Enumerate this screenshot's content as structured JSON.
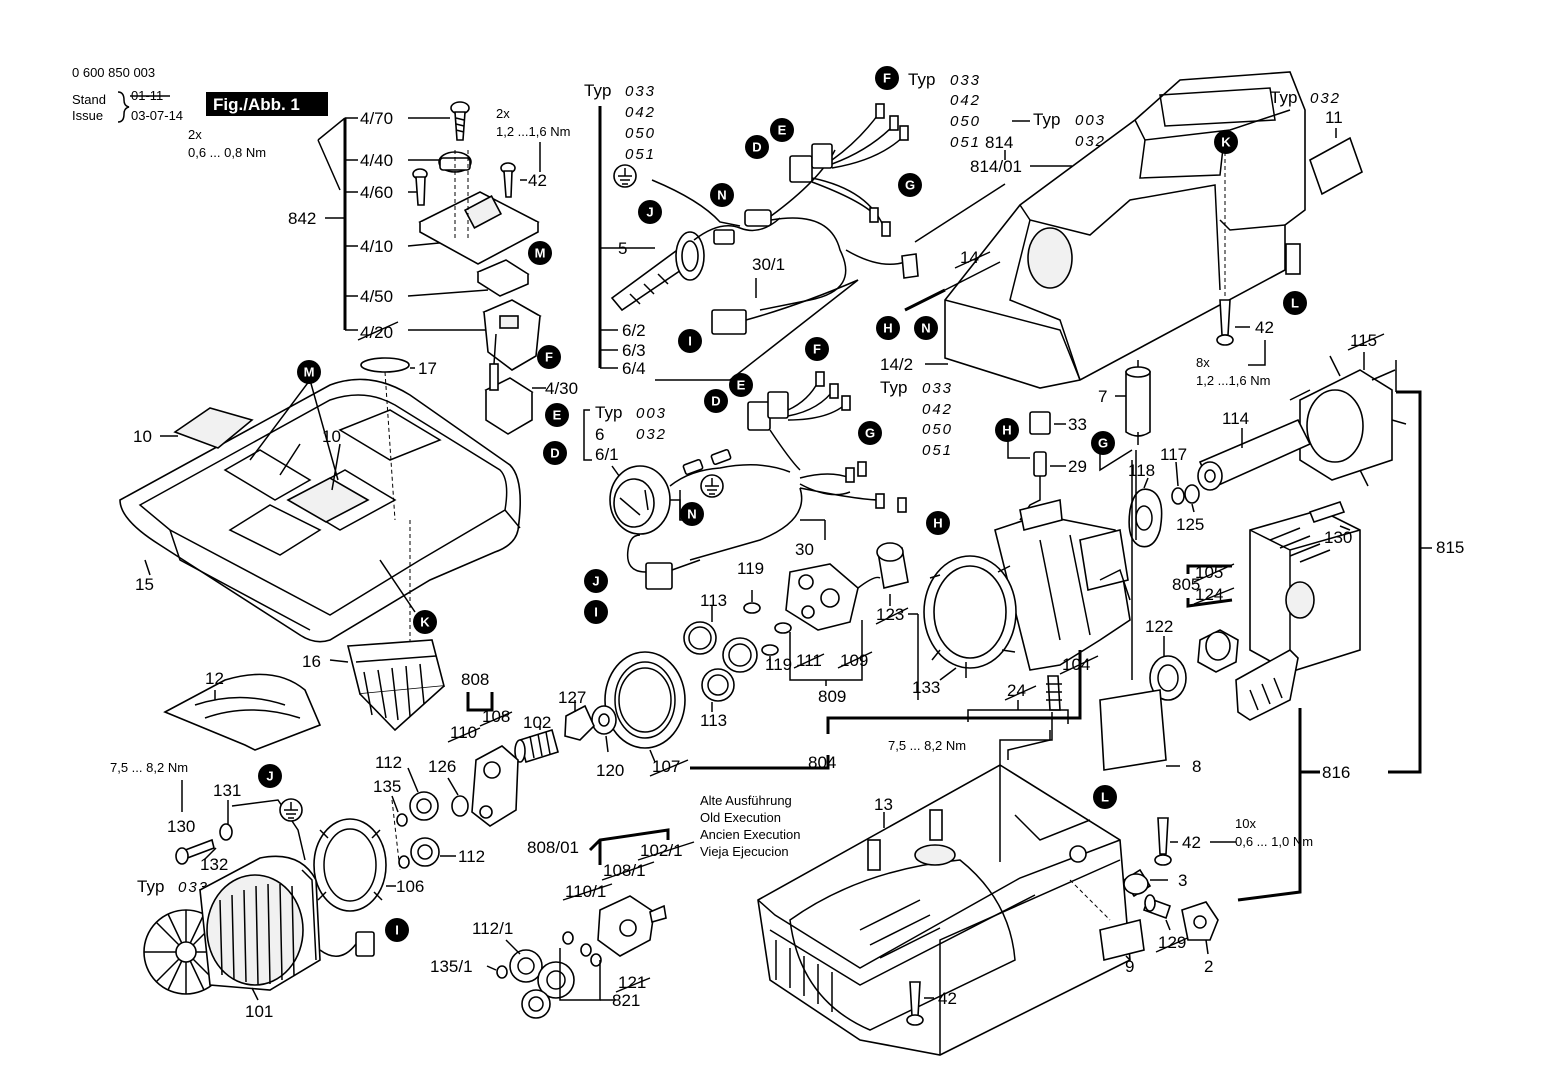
{
  "header": {
    "part_number": "0 600 850 003",
    "stand_label": "Stand",
    "issue_label": "Issue",
    "old_date": "01-11",
    "issue_date": "03-07-14",
    "figure_title": "Fig./Abb. 1"
  },
  "typ_blocks": {
    "top_center": {
      "label": "Typ",
      "values": [
        "033",
        "042",
        "050",
        "051"
      ]
    },
    "top_harness": {
      "label": "Typ",
      "values": [
        "033",
        "042",
        "050",
        "051"
      ]
    },
    "housing_top": {
      "label": "Typ",
      "values": [
        "003",
        "032"
      ]
    },
    "top_right": {
      "label": "Typ",
      "values": [
        "032"
      ]
    },
    "middle_left": {
      "label": "Typ",
      "values": [
        "003",
        "032"
      ]
    },
    "middle_right": {
      "label": "Typ",
      "values": [
        "033",
        "042",
        "050",
        "051"
      ]
    },
    "motor": {
      "label": "Typ",
      "values": [
        "033"
      ]
    }
  },
  "torque_notes": {
    "switch_screws_qty": "2x",
    "switch_screws_torque": "0,6 ... 0,8 Nm",
    "screw_42_qty": "2x",
    "screw_42_torque": "1,2 ...1,6 Nm",
    "housing_screws_qty": "8x",
    "housing_screws_torque": "1,2 ...1,6 Nm",
    "motor_torque": "7,5 ... 8,2 Nm",
    "gear_torque": "7,5 ... 8,2 Nm",
    "base_screws_qty": "10x",
    "base_screws_torque": "0,6 ... 1,0 Nm"
  },
  "old_execution_note": [
    "Alte Ausführung",
    "Old Execution",
    "Ancien Execution",
    "Vieja Ejecucion"
  ],
  "part_labels": {
    "p4_70": "4/70",
    "p4_40": "4/40",
    "p4_60": "4/60",
    "p842": "842",
    "p4_10": "4/10",
    "p4_50": "4/50",
    "p4_20": "4/20",
    "p4_30": "4/30",
    "p42a": "42",
    "p17": "17",
    "p10a": "10",
    "p10b": "10",
    "p15": "15",
    "p16": "16",
    "p12": "12",
    "p5": "5",
    "p6_2": "6/2",
    "p6_3": "6/3",
    "p6_4": "6/4",
    "p30_1": "30/1",
    "p6": "6",
    "p6_1": "6/1",
    "p30": "30",
    "p814": "814",
    "p814_01": "814/01",
    "p14": "14",
    "p14_2": "14/2",
    "p11": "11",
    "p42b": "42",
    "p7": "7",
    "p33": "33",
    "p29": "29",
    "p115": "115",
    "p114": "114",
    "p118": "118",
    "p117": "117",
    "p125": "125",
    "p130a": "130",
    "p815": "815",
    "p805": "805",
    "p105": "105",
    "p124": "124",
    "p122": "122",
    "p8": "8",
    "p816": "816",
    "p42c": "42",
    "p3": "3",
    "p129": "129",
    "p2": "2",
    "p9": "9",
    "p42d": "42",
    "p13": "13",
    "p119a": "119",
    "p113a": "113",
    "p123": "123",
    "p133": "133",
    "p111": "111",
    "p109": "109",
    "p119b": "119",
    "p809": "809",
    "p113b": "113",
    "p104": "104",
    "p24": "24",
    "p804": "804",
    "p127": "127",
    "p102": "102",
    "p120": "120",
    "p107": "107",
    "p808": "808",
    "p110": "110",
    "p108": "108",
    "p112a": "112",
    "p135": "135",
    "p126": "126",
    "p112b": "112",
    "p130b": "130",
    "p131": "131",
    "p132": "132",
    "p106": "106",
    "p101": "101",
    "p808_01": "808/01",
    "p108_1": "108/1",
    "p102_1": "102/1",
    "p110_1": "110/1",
    "p112_1": "112/1",
    "p135_1": "135/1",
    "p121": "121",
    "p821": "821"
  },
  "connector_markers": {
    "F": "F",
    "E": "E",
    "D": "D",
    "G": "G",
    "N": "N",
    "J": "J",
    "I": "I",
    "H": "H",
    "K": "K",
    "L": "L",
    "M": "M"
  },
  "icons": [
    "ground-icon"
  ]
}
